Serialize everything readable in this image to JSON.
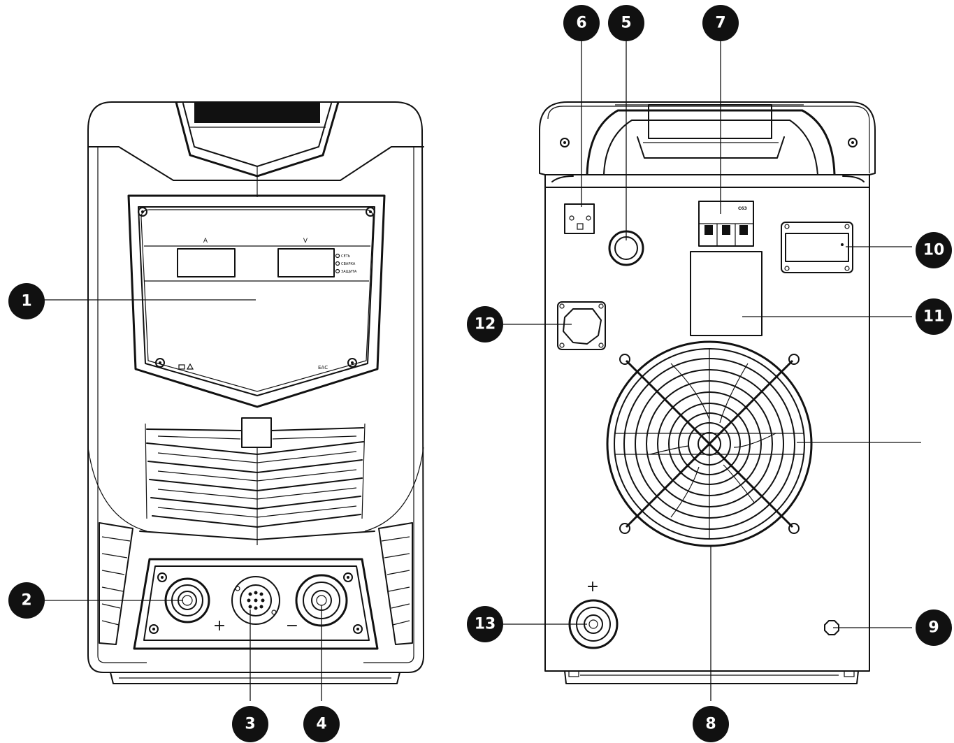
{
  "front_panel": {
    "meter_labels": [
      "A",
      "V"
    ],
    "indicators": [
      "СЕТЬ",
      "СВАРКА",
      "ЗАЩИТА"
    ],
    "polarity": {
      "positive": "+",
      "negative": "−"
    },
    "marks": "ЕАС"
  },
  "rear_panel": {
    "breaker_label": "C63",
    "terminal_polarity": "+"
  },
  "callouts": [
    "1",
    "2",
    "3",
    "4",
    "5",
    "6",
    "7",
    "8",
    "9",
    "10",
    "11",
    "12",
    "13"
  ]
}
